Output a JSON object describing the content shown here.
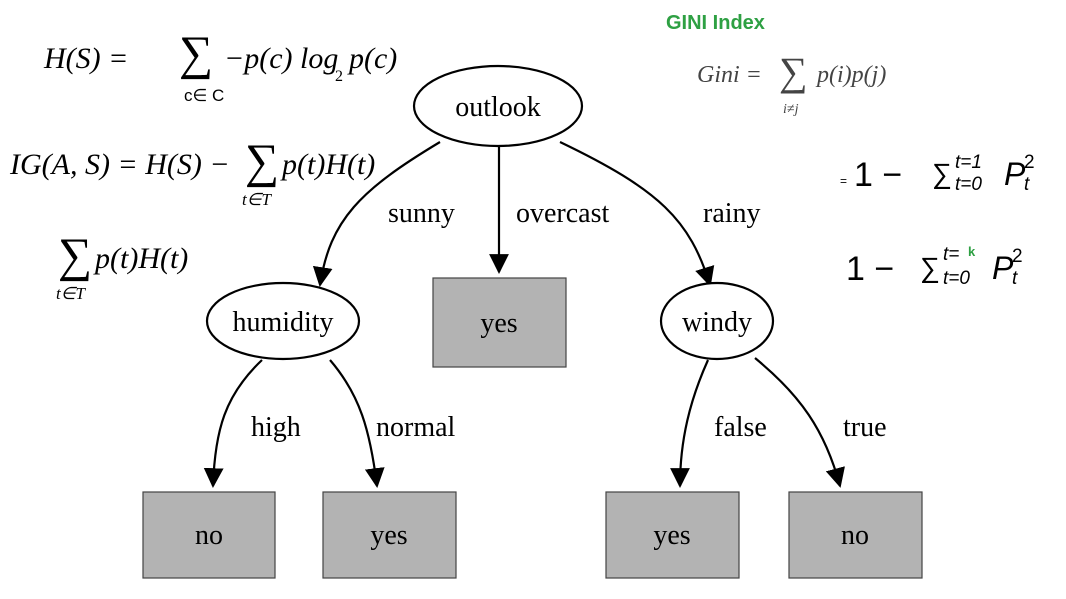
{
  "formulas": {
    "entropy": {
      "lhs": "H(S) =",
      "sigma": "∑",
      "sum_index": "c∈ C",
      "body": "−p(c) log",
      "log_base": "2",
      "tail": "p(c)"
    },
    "info_gain": {
      "lhs": "IG(A, S) = H(S) −",
      "sigma": "∑",
      "sum_index": "t∈T",
      "body": "p(t)H(t)"
    },
    "weighted_entropy": {
      "sigma": "∑",
      "sum_index": "t∈T",
      "body": "p(t)H(t)"
    },
    "gini_title": "GINI Index",
    "gini": {
      "lhs": "Gini =",
      "sigma": "∑",
      "sum_index": "i≠j",
      "body": "p(i)p(j)"
    },
    "gini_binary": {
      "prefix": "=",
      "one_minus": "1 −",
      "sigma": "∑",
      "upper": "t=1",
      "lower": "t=0",
      "term": "P",
      "term_sub": "t",
      "term_sup": "2"
    },
    "gini_general": {
      "one_minus": "1 −",
      "sigma": "∑",
      "upper_prefix": "t=",
      "upper_k": "k",
      "lower": "t=0",
      "term": "P",
      "term_sub": "t",
      "term_sup": "2"
    }
  },
  "tree": {
    "root": "outlook",
    "branches": {
      "sunny": "sunny",
      "overcast": "overcast",
      "rainy": "rainy",
      "high": "high",
      "normal": "normal",
      "false": "false",
      "true": "true"
    },
    "nodes": {
      "humidity": "humidity",
      "windy": "windy",
      "overcast_leaf": "yes",
      "high_leaf": "no",
      "normal_leaf": "yes",
      "false_leaf": "yes",
      "true_leaf": "no"
    }
  },
  "colors": {
    "leaf_fill": "#b3b3b3",
    "gini_green": "#2ea043"
  }
}
